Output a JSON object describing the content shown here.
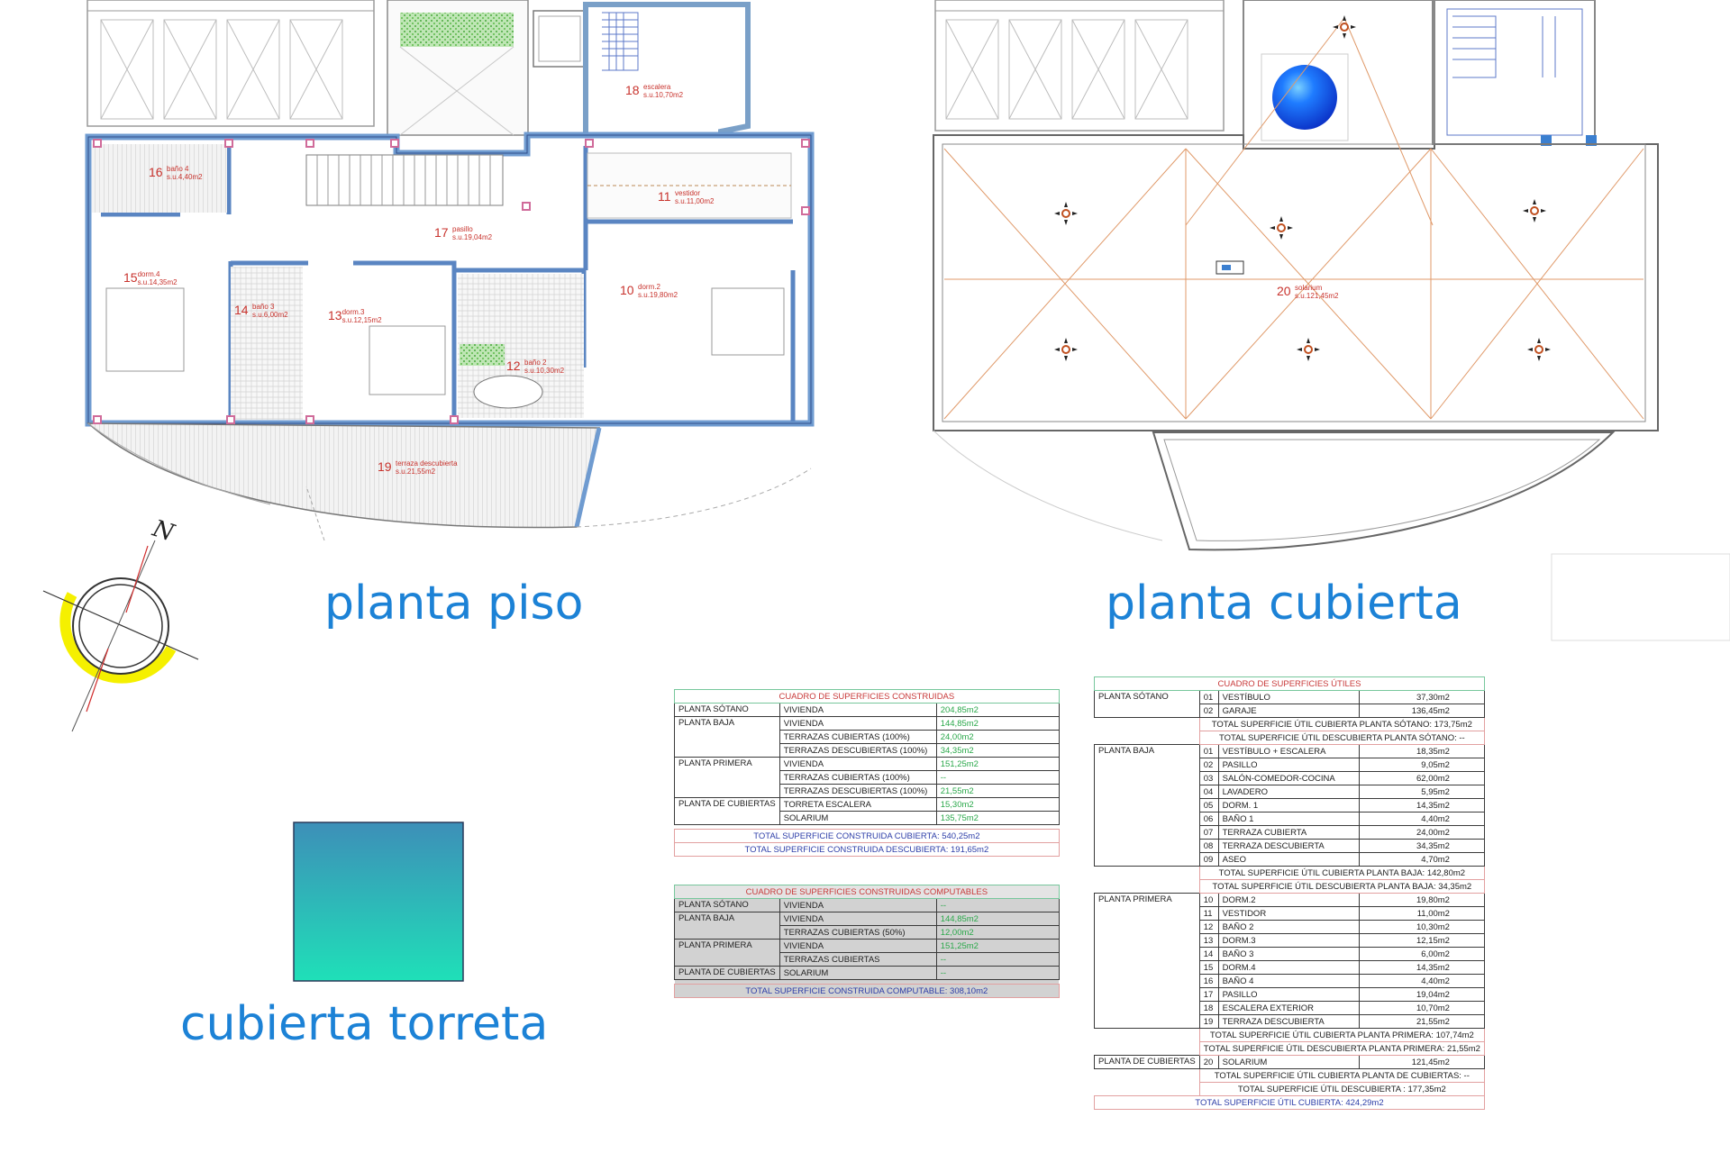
{
  "titles": {
    "planta_piso": "planta piso",
    "planta_cubierta": "planta cubierta",
    "cubierta_torreta": "cubierta torreta",
    "north": "N"
  },
  "rooms": [
    {
      "n": "18",
      "name": "escalera",
      "area": "s.u.10,70m2"
    },
    {
      "n": "16",
      "name": "baño 4",
      "area": "s.u.4,40m2"
    },
    {
      "n": "11",
      "name": "vestidor",
      "area": "s.u.11,00m2"
    },
    {
      "n": "17",
      "name": "pasillo",
      "area": "s.u.19,04m2"
    },
    {
      "n": "15",
      "name": "dorm.4",
      "area": "s.u.14,35m2"
    },
    {
      "n": "10",
      "name": "dorm.2",
      "area": "s.u.19,80m2"
    },
    {
      "n": "14",
      "name": "baño 3",
      "area": "s.u.6,00m2"
    },
    {
      "n": "13",
      "name": "dorm.3",
      "area": "s.u.12,15m2"
    },
    {
      "n": "12",
      "name": "baño 2",
      "area": "s.u.10,30m2"
    },
    {
      "n": "19",
      "name": "terraza descubierta",
      "area": "s.u.21,55m2"
    },
    {
      "n": "20",
      "name": "solarium",
      "area": "s.u.121,45m2"
    }
  ],
  "construidas": {
    "title": "CUADRO DE SUPERFICIES CONSTRUIDAS",
    "groups": [
      {
        "label": "PLANTA SÓTANO",
        "rows": [
          [
            "VIVIENDA",
            "204,85m2"
          ]
        ]
      },
      {
        "label": "PLANTA BAJA",
        "rows": [
          [
            "VIVIENDA",
            "144,85m2"
          ],
          [
            "TERRAZAS CUBIERTAS (100%)",
            "24,00m2"
          ],
          [
            "TERRAZAS DESCUBIERTAS (100%)",
            "34,35m2"
          ]
        ]
      },
      {
        "label": "PLANTA PRIMERA",
        "rows": [
          [
            "VIVIENDA",
            "151,25m2"
          ],
          [
            "TERRAZAS CUBIERTAS (100%)",
            "--"
          ],
          [
            "TERRAZAS DESCUBIERTAS (100%)",
            "21,55m2"
          ]
        ]
      },
      {
        "label": "PLANTA DE CUBIERTAS",
        "rows": [
          [
            "TORRETA ESCALERA",
            "15,30m2"
          ],
          [
            "SOLARIUM",
            "135,75m2"
          ]
        ]
      }
    ],
    "totals": [
      "TOTAL SUPERFICIE CONSTRUIDA CUBIERTA: 540,25m2",
      "TOTAL SUPERFICIE CONSTRUIDA DESCUBIERTA: 191,65m2"
    ]
  },
  "computables": {
    "title": "CUADRO DE SUPERFICIES CONSTRUIDAS COMPUTABLES",
    "groups": [
      {
        "label": "PLANTA SÓTANO",
        "rows": [
          [
            "VIVIENDA",
            "--"
          ]
        ]
      },
      {
        "label": "PLANTA BAJA",
        "rows": [
          [
            "VIVIENDA",
            "144,85m2"
          ],
          [
            "TERRAZAS CUBIERTAS (50%)",
            "12,00m2"
          ]
        ]
      },
      {
        "label": "PLANTA PRIMERA",
        "rows": [
          [
            "VIVIENDA",
            "151,25m2"
          ],
          [
            "TERRAZAS CUBIERTAS",
            "--"
          ]
        ]
      },
      {
        "label": "PLANTA DE CUBIERTAS",
        "rows": [
          [
            "SOLARIUM",
            "--"
          ]
        ]
      }
    ],
    "totals": [
      "TOTAL SUPERFICIE CONSTRUIDA COMPUTABLE: 308,10m2"
    ]
  },
  "utiles": {
    "title": "CUADRO DE SUPERFICIES ÚTILES",
    "groups": [
      {
        "label": "PLANTA SÓTANO",
        "rows": [
          [
            "01",
            "VESTÍBULO",
            "37,30m2"
          ],
          [
            "02",
            "GARAJE",
            "136,45m2"
          ]
        ],
        "totals": [
          "TOTAL SUPERFICIE ÚTIL CUBIERTA PLANTA SÓTANO:   173,75m2",
          "TOTAL SUPERFICIE ÚTIL DESCUBIERTA PLANTA SÓTANO:   --"
        ]
      },
      {
        "label": "PLANTA BAJA",
        "rows": [
          [
            "01",
            "VESTÍBULO + ESCALERA",
            "18,35m2"
          ],
          [
            "02",
            "PASILLO",
            "9,05m2"
          ],
          [
            "03",
            "SALÓN-COMEDOR-COCINA",
            "62,00m2"
          ],
          [
            "04",
            "LAVADERO",
            "5,95m2"
          ],
          [
            "05",
            "DORM. 1",
            "14,35m2"
          ],
          [
            "06",
            "BAÑO 1",
            "4,40m2"
          ],
          [
            "07",
            "TERRAZA CUBIERTA",
            "24,00m2"
          ],
          [
            "08",
            "TERRAZA DESCUBIERTA",
            "34,35m2"
          ],
          [
            "09",
            "ASEO",
            "4,70m2"
          ]
        ],
        "totals": [
          "TOTAL SUPERFICIE ÚTIL CUBIERTA PLANTA BAJA:   142,80m2",
          "TOTAL SUPERFICIE ÚTIL DESCUBIERTA PLANTA BAJA:   34,35m2"
        ]
      },
      {
        "label": "PLANTA PRIMERA",
        "rows": [
          [
            "10",
            "DORM.2",
            "19,80m2"
          ],
          [
            "11",
            "VESTIDOR",
            "11,00m2"
          ],
          [
            "12",
            "BAÑO 2",
            "10,30m2"
          ],
          [
            "13",
            "DORM.3",
            "12,15m2"
          ],
          [
            "14",
            "BAÑO 3",
            "6,00m2"
          ],
          [
            "15",
            "DORM.4",
            "14,35m2"
          ],
          [
            "16",
            "BAÑO 4",
            "4,40m2"
          ],
          [
            "17",
            "PASILLO",
            "19,04m2"
          ],
          [
            "18",
            "ESCALERA EXTERIOR",
            "10,70m2"
          ],
          [
            "19",
            "TERRAZA DESCUBIERTA",
            "21,55m2"
          ]
        ],
        "totals": [
          "TOTAL SUPERFICIE ÚTIL CUBIERTA PLANTA PRIMERA:   107,74m2",
          "TOTAL SUPERFICIE ÚTIL DESCUBIERTA PLANTA PRIMERA:   21,55m2"
        ]
      },
      {
        "label": "PLANTA DE CUBIERTAS",
        "rows": [
          [
            "20",
            "SOLARIUM",
            "121,45m2"
          ]
        ],
        "totals": [
          "TOTAL SUPERFICIE ÚTIL CUBIERTA PLANTA DE CUBIERTAS:   --",
          "TOTAL SUPERFICIE ÚTIL DESCUBIERTA :   177,35m2"
        ]
      }
    ],
    "grand_total": "TOTAL SUPERFICIE ÚTIL CUBIERTA:   424,29m2"
  }
}
